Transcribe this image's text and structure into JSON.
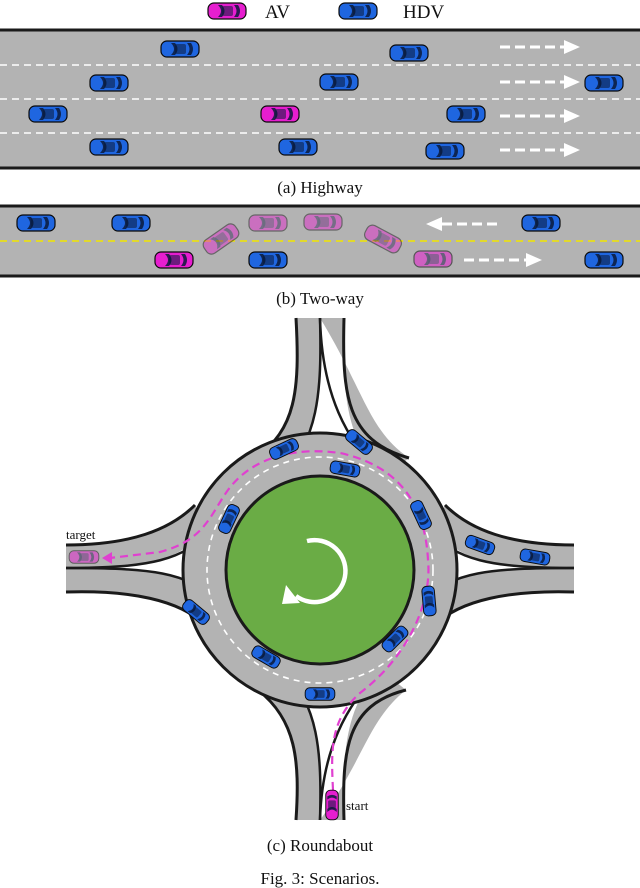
{
  "legend": {
    "av_label": "AV",
    "hdv_label": "HDV"
  },
  "captions": {
    "highway": "(a) Highway",
    "two_way": "(b) Two-way",
    "roundabout": "(c) Roundabout",
    "figure": "Fig. 3: Scenarios."
  },
  "roundabout_labels": {
    "target": "target",
    "start": "start"
  },
  "colors": {
    "road": "#b3b3b3",
    "road_edge": "#1a1a1a",
    "lane_marking": "#ffffff",
    "center_line": "#f2e600",
    "av": "#e61ecf",
    "hdv": "#1f66e0",
    "island": "#6aac45",
    "av_path": "#e040d0"
  }
}
